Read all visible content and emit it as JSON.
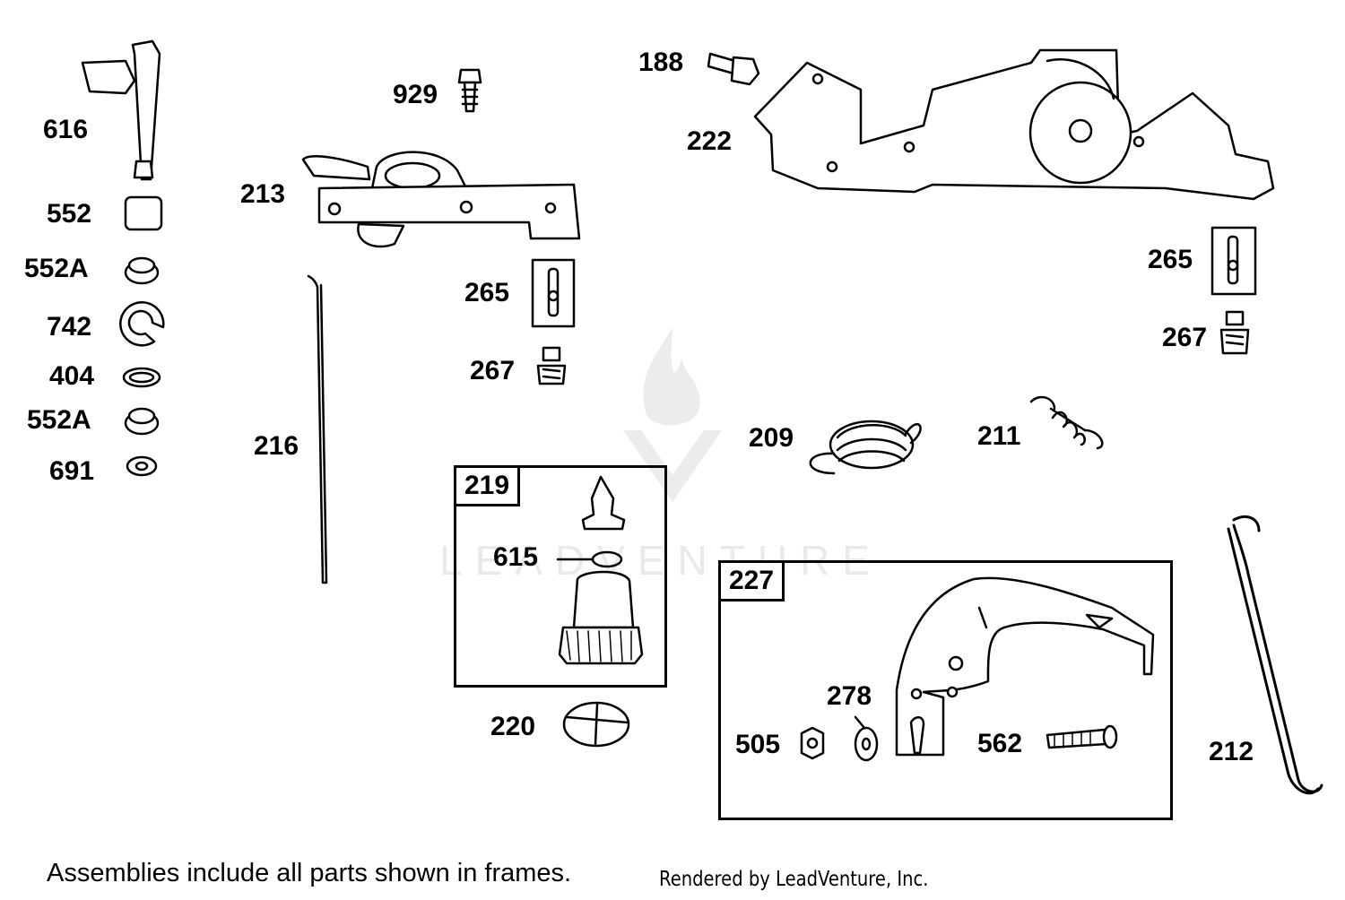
{
  "labels": {
    "p616": "616",
    "p552": "552",
    "p552a_1": "552A",
    "p742": "742",
    "p404": "404",
    "p552a_2": "552A",
    "p691": "691",
    "p929": "929",
    "p213": "213",
    "p216": "216",
    "p265_a": "265",
    "p267_a": "267",
    "p188": "188",
    "p222": "222",
    "p265_b": "265",
    "p267_b": "267",
    "p209": "209",
    "p211": "211",
    "p615": "615",
    "p220": "220",
    "p278": "278",
    "p505": "505",
    "p562": "562",
    "p212": "212"
  },
  "frames": {
    "f219": "219",
    "f227": "227"
  },
  "footer": {
    "note": "Assemblies include all parts shown in frames.",
    "credit": "Rendered by LeadVenture, Inc."
  },
  "watermark": "LEADVENTURE"
}
